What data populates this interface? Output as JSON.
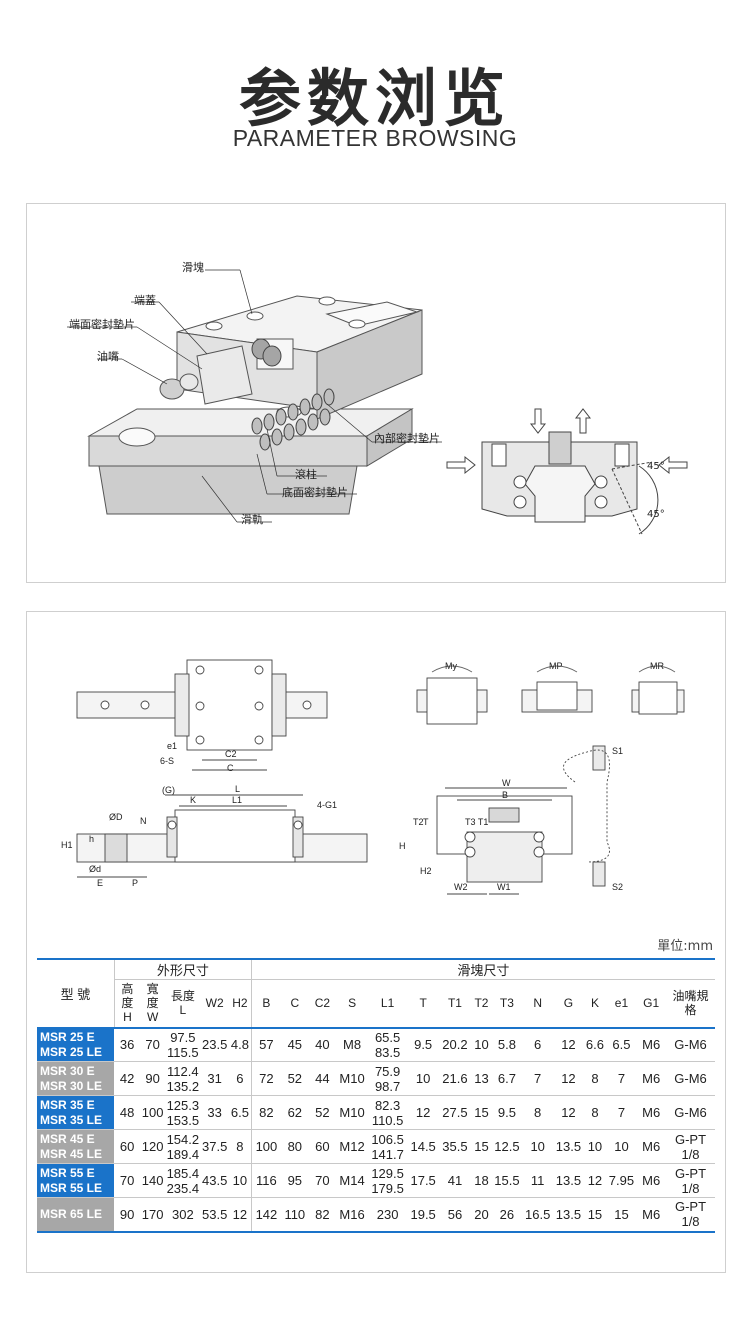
{
  "header": {
    "title_cn": "参数浏览",
    "title_en": "PARAMETER BROWSING"
  },
  "diagram1": {
    "labels": {
      "block": "滑塊",
      "end_cap": "端蓋",
      "end_seal": "端面密封墊片",
      "grease_nipple": "油嘴",
      "inner_seal": "內部密封墊片",
      "roller": "滾柱",
      "bottom_seal": "底面密封墊片",
      "rail": "滑軌"
    },
    "angle_1": "45°",
    "angle_2": "45°"
  },
  "diagram2": {
    "moments": {
      "my": "My",
      "mp": "MP",
      "mr": "MR"
    },
    "dims_top": {
      "e1": "e1",
      "six_s": "6-S",
      "c2": "C2",
      "c": "C"
    },
    "dims_side": {
      "g": "(G)",
      "l": "L",
      "k": "K",
      "l1": "L1",
      "four_g1": "4-G1",
      "od": "ØD",
      "n": "N",
      "h1": "H1",
      "h": "h",
      "odd": "Ød",
      "e": "E",
      "p": "P"
    },
    "dims_front": {
      "w": "W",
      "b": "B",
      "t2": "T2",
      "t": "T",
      "t1t3": "T3 T1",
      "h": "H",
      "h2": "H2",
      "w2": "W2",
      "w1": "W1",
      "s1": "S1",
      "s2": "S2"
    }
  },
  "colors": {
    "accent_blue": "#1a73c9",
    "model_gray": "#a7a7a7",
    "panel_border": "#cfcfcf"
  },
  "table": {
    "unit": "單位:mm",
    "model_header": "型 號",
    "group_outer": "外形尺寸",
    "group_block": "滑塊尺寸",
    "cols": {
      "H": "高度 H",
      "W": "寬度 W",
      "L": "長度 L",
      "W2": "W2",
      "H2": "H2",
      "B": "B",
      "C": "C",
      "C2": "C2",
      "S": "S",
      "L1": "L1",
      "T": "T",
      "T1": "T1",
      "T2": "T2",
      "T3": "T3",
      "N": "N",
      "G": "G",
      "K": "K",
      "e1": "e1",
      "G1": "G1",
      "nipple": "油嘴規格"
    },
    "rows": [
      {
        "model_a": "MSR 25 E",
        "model_b": "MSR 25 LE",
        "style": "blue",
        "H": "36",
        "W": "70",
        "L_a": "97.5",
        "L_b": "115.5",
        "W2": "23.5",
        "H2": "4.8",
        "B": "57",
        "C": "45",
        "C2": "40",
        "S": "M8",
        "L1_a": "65.5",
        "L1_b": "83.5",
        "T": "9.5",
        "T1": "20.2",
        "T2": "10",
        "T3": "5.8",
        "N": "6",
        "G": "12",
        "K": "6.6",
        "e1": "6.5",
        "G1": "M6",
        "nip_a": "G-M6",
        "nip_b": ""
      },
      {
        "model_a": "MSR 30 E",
        "model_b": "MSR 30 LE",
        "style": "gray",
        "H": "42",
        "W": "90",
        "L_a": "112.4",
        "L_b": "135.2",
        "W2": "31",
        "H2": "6",
        "B": "72",
        "C": "52",
        "C2": "44",
        "S": "M10",
        "L1_a": "75.9",
        "L1_b": "98.7",
        "T": "10",
        "T1": "21.6",
        "T2": "13",
        "T3": "6.7",
        "N": "7",
        "G": "12",
        "K": "8",
        "e1": "7",
        "G1": "M6",
        "nip_a": "G-M6",
        "nip_b": ""
      },
      {
        "model_a": "MSR 35 E",
        "model_b": "MSR 35 LE",
        "style": "blue",
        "H": "48",
        "W": "100",
        "L_a": "125.3",
        "L_b": "153.5",
        "W2": "33",
        "H2": "6.5",
        "B": "82",
        "C": "62",
        "C2": "52",
        "S": "M10",
        "L1_a": "82.3",
        "L1_b": "110.5",
        "T": "12",
        "T1": "27.5",
        "T2": "15",
        "T3": "9.5",
        "N": "8",
        "G": "12",
        "K": "8",
        "e1": "7",
        "G1": "M6",
        "nip_a": "G-M6",
        "nip_b": ""
      },
      {
        "model_a": "MSR 45 E",
        "model_b": "MSR 45 LE",
        "style": "gray",
        "H": "60",
        "W": "120",
        "L_a": "154.2",
        "L_b": "189.4",
        "W2": "37.5",
        "H2": "8",
        "B": "100",
        "C": "80",
        "C2": "60",
        "S": "M12",
        "L1_a": "106.5",
        "L1_b": "141.7",
        "T": "14.5",
        "T1": "35.5",
        "T2": "15",
        "T3": "12.5",
        "N": "10",
        "G": "13.5",
        "K": "10",
        "e1": "10",
        "G1": "M6",
        "nip_a": "G-PT",
        "nip_b": "1/8"
      },
      {
        "model_a": "MSR 55 E",
        "model_b": "MSR 55 LE",
        "style": "blue",
        "H": "70",
        "W": "140",
        "L_a": "185.4",
        "L_b": "235.4",
        "W2": "43.5",
        "H2": "10",
        "B": "116",
        "C": "95",
        "C2": "70",
        "S": "M14",
        "L1_a": "129.5",
        "L1_b": "179.5",
        "T": "17.5",
        "T1": "41",
        "T2": "18",
        "T3": "15.5",
        "N": "11",
        "G": "13.5",
        "K": "12",
        "e1": "7.95",
        "G1": "M6",
        "nip_a": "G-PT",
        "nip_b": "1/8"
      },
      {
        "model_a": "MSR 65 LE",
        "model_b": "",
        "style": "gray",
        "H": "90",
        "W": "170",
        "L_a": "302",
        "L_b": "",
        "W2": "53.5",
        "H2": "12",
        "B": "142",
        "C": "110",
        "C2": "82",
        "S": "M16",
        "L1_a": "230",
        "L1_b": "",
        "T": "19.5",
        "T1": "56",
        "T2": "20",
        "T3": "26",
        "N": "16.5",
        "G": "13.5",
        "K": "15",
        "e1": "15",
        "G1": "M6",
        "nip_a": "G-PT",
        "nip_b": "1/8"
      }
    ]
  }
}
